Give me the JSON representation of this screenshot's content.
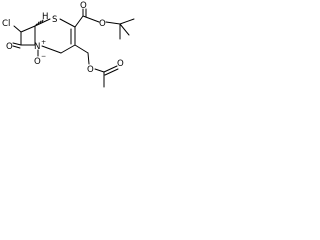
{
  "molecule": {
    "atoms": {
      "chlorine": "Cl",
      "sulfur": "S",
      "hydrogen": "H",
      "nitrogen": "N",
      "nitrogen_charge": "+",
      "oxide_oxygen": "O",
      "oxide_charge": "−",
      "lactam_oxygen": "O",
      "ester_carbonyl_oxygen": "O",
      "ester_ether_oxygen": "O",
      "acetate_ether_oxygen": "O",
      "acetate_carbonyl_oxygen": "O"
    }
  }
}
